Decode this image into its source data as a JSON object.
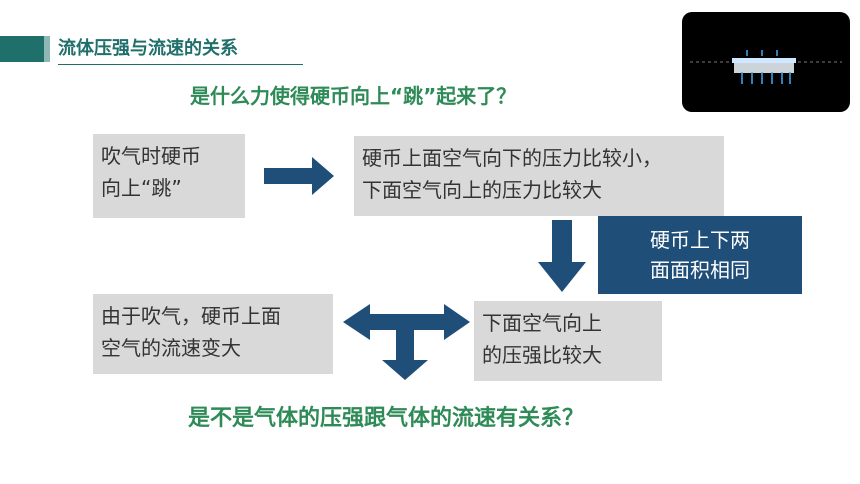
{
  "slide": {
    "section_title": "流体压强与流速的关系",
    "question_top": "是什么力使得硬币向上“跳”起来了？",
    "question_bottom": "是不是气体的压强跟气体的流速有关系？"
  },
  "boxes": {
    "blow_jump": [
      "吹气时硬币",
      "向上“跳”"
    ],
    "pressure_compare": [
      "硬币上面空气向下的压力比较小，",
      "下面空气向上的压力比较大"
    ],
    "same_area": [
      "硬币上下两",
      "面面积相同"
    ],
    "flow_speed": [
      "由于吹气，硬币上面",
      "空气的流速变大"
    ],
    "pressure_lower": [
      "下面空气向上",
      "的压强比较大"
    ]
  },
  "colors": {
    "header": "#1f6f6b",
    "question": "#2e8b57",
    "arrow": "#1f4e79",
    "grey_box": "#d9d9d9",
    "blue_box": "#1f4e79"
  },
  "icons": {
    "video_thumbnail": "airflow-demo-video"
  }
}
